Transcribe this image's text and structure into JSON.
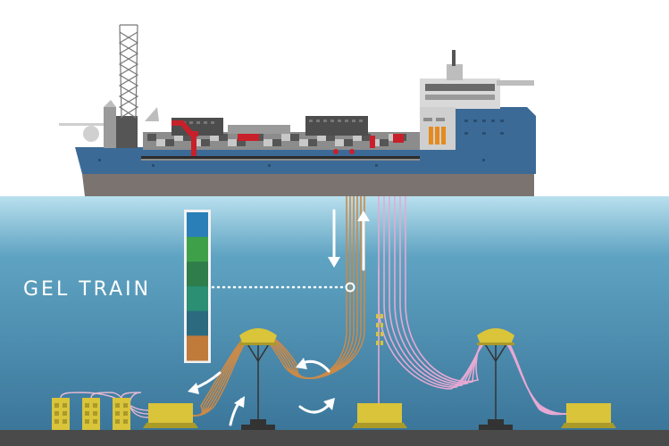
{
  "diagram": {
    "label": "GEL TRAIN",
    "colors": {
      "sky": "#ffffff",
      "sea_top": "#b9e0ee",
      "sea_mid": "#4d93b4",
      "sea_bottom": "#3a7599",
      "seabed": "#4a4a4a",
      "hull_blue": "#3c6a96",
      "hull_bottom": "#7a7370",
      "deck_grey": "#8c8c8c",
      "accent_red": "#c8202a",
      "accent_orange": "#e58a1f",
      "subsea_yellow": "#d9c43a",
      "riser_orange": "#c98a4a",
      "riser_pink": "#e6a9d3",
      "arrow_white": "#ffffff"
    },
    "gel_segments": [
      "#2a7fb8",
      "#3ea14a",
      "#2e7d4a",
      "#2a8f73",
      "#2c6a80",
      "#c07a3a"
    ],
    "elements": {
      "vessel": "pipelay-vessel",
      "derrick": "drilling-derrick",
      "buoy_left": "midwater-arch-buoy",
      "buoy_right": "midwater-arch-buoy",
      "manifold": "subsea-manifold",
      "templates": "subsea-templates"
    }
  }
}
